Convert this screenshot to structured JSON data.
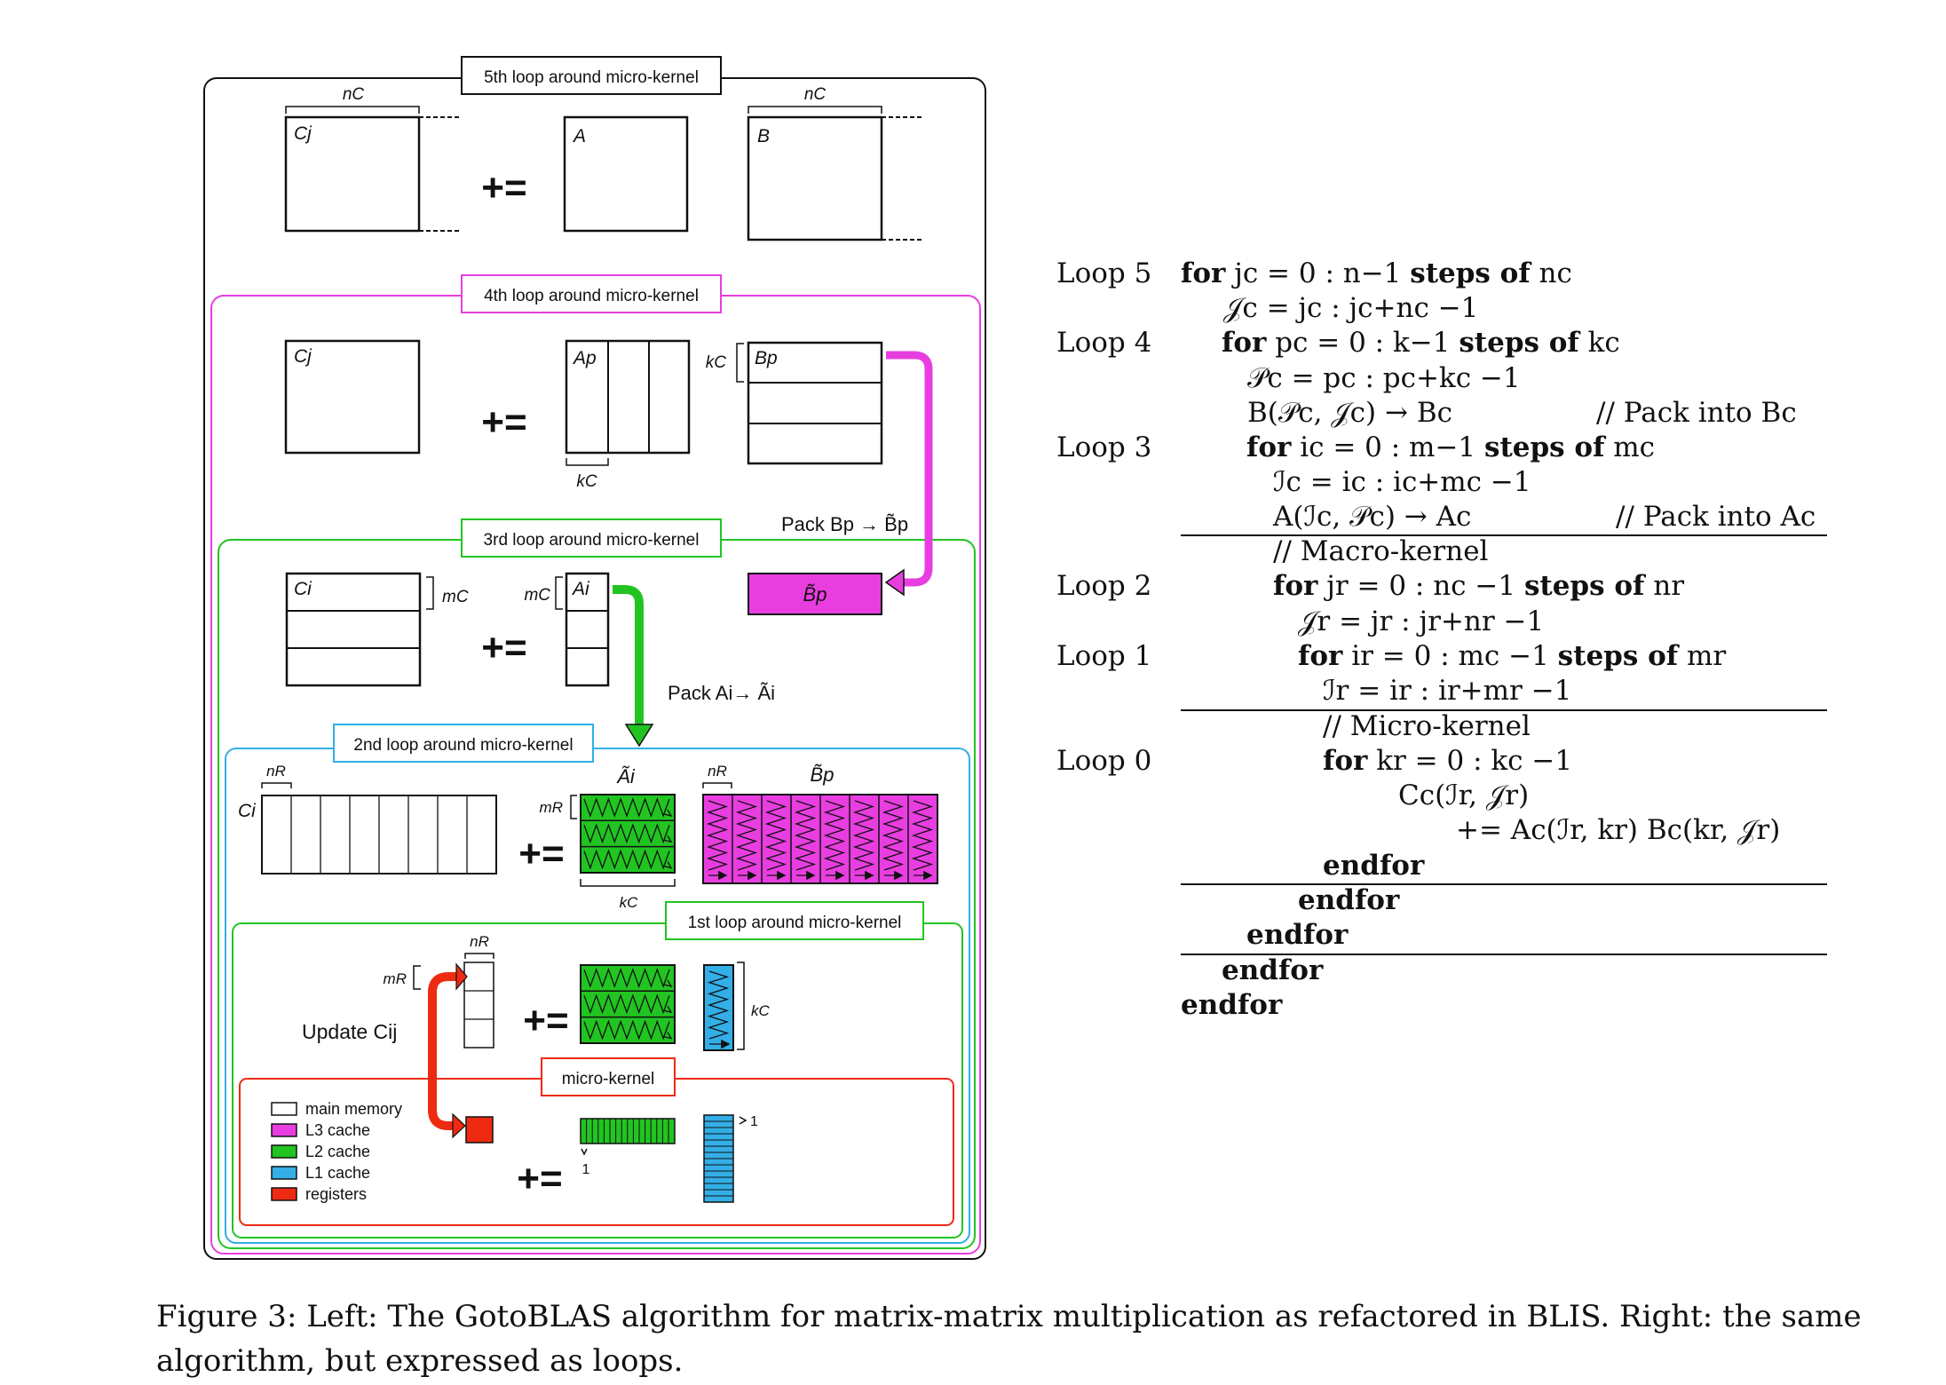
{
  "diagram": {
    "loop5_label": "5th loop around micro-kernel",
    "loop4_label": "4th loop around micro-kernel",
    "loop3_label": "3rd loop around micro-kernel",
    "loop2_label": "2nd loop around micro-kernel",
    "loop1_label": "1st loop around micro-kernel",
    "microkernel_label": "micro-kernel",
    "plus_eq": "+=",
    "Cj": "Cj",
    "Ci": "Ci",
    "A": "A",
    "B": "B",
    "Ap": "Ap",
    "Bp": "Bp",
    "Ai": "Ai",
    "Ai_tilde": "Ãi",
    "Bp_tilde": "B̃p",
    "nC": "nC",
    "kC": "kC",
    "mC": "mC",
    "nR": "nR",
    "mR": "mR",
    "one": "1",
    "pack_bp": "Pack Bp → B̃p",
    "pack_ai": "Pack Ai→ Ãi",
    "update_cij": "Update Cij",
    "colors": {
      "main_memory": "#ffffff",
      "l3": "#e83ee0",
      "l2": "#22c422",
      "l1": "#33aee6",
      "registers": "#ee2a12"
    },
    "legend": [
      {
        "label": "main memory",
        "color": "#ffffff"
      },
      {
        "label": "L3 cache",
        "color": "#e83ee0"
      },
      {
        "label": "L2 cache",
        "color": "#22c422"
      },
      {
        "label": "L1 cache",
        "color": "#33aee6"
      },
      {
        "label": "registers",
        "color": "#ee2a12"
      }
    ]
  },
  "code": {
    "loop_labels": [
      "Loop 5",
      "Loop 4",
      "Loop 3",
      "Loop 2",
      "Loop 1",
      "Loop 0"
    ],
    "lines": [
      {
        "kw": "for",
        "text": " jc = 0 : n−1 ",
        "kw2": "steps of",
        "text2": " nc"
      },
      {
        "text": "𝒥c = jc : jc+nc −1"
      },
      {
        "kw": "for",
        "text": " pc = 0 : k−1 ",
        "kw2": "steps of",
        "text2": " kc"
      },
      {
        "text": "𝒫c = pc : pc+kc −1"
      },
      {
        "text": "B(𝒫c, 𝒥c) → Bc"
      },
      {
        "kw": "for",
        "text": " ic = 0 : m−1 ",
        "kw2": "steps of",
        "text2": " mc"
      },
      {
        "text": "ℐc = ic : ic+mc −1"
      },
      {
        "text": "A(ℐc, 𝒫c) → Ac"
      },
      {
        "text": "// Macro-kernel"
      },
      {
        "kw": "for",
        "text": " jr = 0 : nc −1 ",
        "kw2": "steps of",
        "text2": " nr"
      },
      {
        "text": "𝒥r = jr : jr+nr −1"
      },
      {
        "kw": "for",
        "text": " ir = 0 : mc −1 ",
        "kw2": "steps of",
        "text2": " mr"
      },
      {
        "text": "ℐr = ir : ir+mr −1"
      },
      {
        "text": "// Micro-kernel"
      },
      {
        "kw": "for",
        "text": " kr = 0 : kc −1"
      },
      {
        "text": "Cc(ℐr, 𝒥r)"
      },
      {
        "text": "+= Ac(ℐr, kr)  Bc(kr, 𝒥r)"
      },
      {
        "kw": "endfor"
      },
      {
        "kw": "endfor"
      },
      {
        "kw": "endfor"
      },
      {
        "kw": "endfor"
      },
      {
        "kw": "endfor"
      }
    ],
    "comment_pack_b": "// Pack into Bc",
    "comment_pack_a": "// Pack into Ac"
  },
  "caption": "Figure 3: Left: The GotoBLAS algorithm for matrix-matrix multiplication as refactored in BLIS. Right: the same algorithm, but expressed as loops."
}
